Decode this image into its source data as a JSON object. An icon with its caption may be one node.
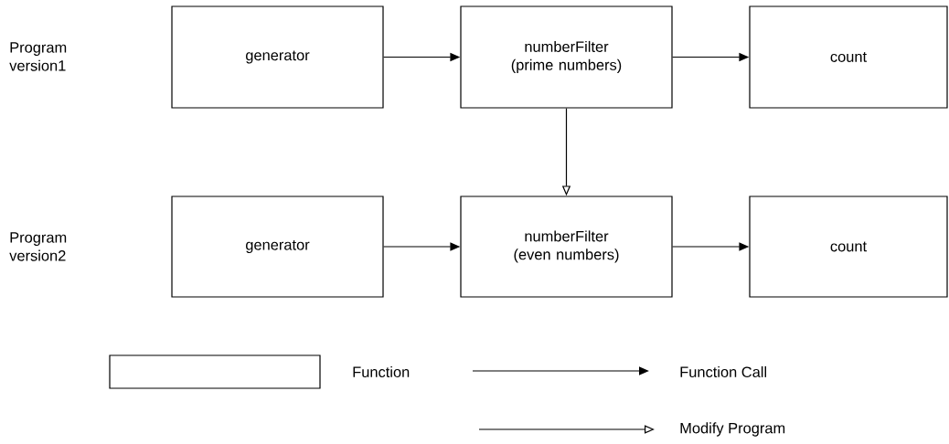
{
  "diagram": {
    "nodes": [
      {
        "text": [
          "generator"
        ]
      },
      {
        "text": [
          "numberFilter (prime numbers)"
        ]
      },
      {
        "text": [
          "count"
        ]
      },
      {
        "text": [
          "generator"
        ]
      },
      {
        "text": [
          "numberFilter (even numbers)"
        ]
      },
      {
        "text": [
          "count"
        ]
      }
    ],
    "edges": [
      {
        "from": 0,
        "to": 1,
        "arrow": "to"
      },
      {
        "from": 1,
        "to": 2,
        "arrow": "to"
      },
      {
        "from": 1,
        "to": 4,
        "arrow": "to"
      },
      {
        "from": 3,
        "to": 4,
        "arrow": "to"
      },
      {
        "from": 4,
        "to": 5,
        "arrow": "to"
      }
    ],
    "labels": [
      "Program version1",
      "Program version2"
    ],
    "legend": [
      {
        "text": "Function"
      },
      {
        "text": "Function Call"
      },
      {
        "text": "Modify Program"
      }
    ]
  }
}
